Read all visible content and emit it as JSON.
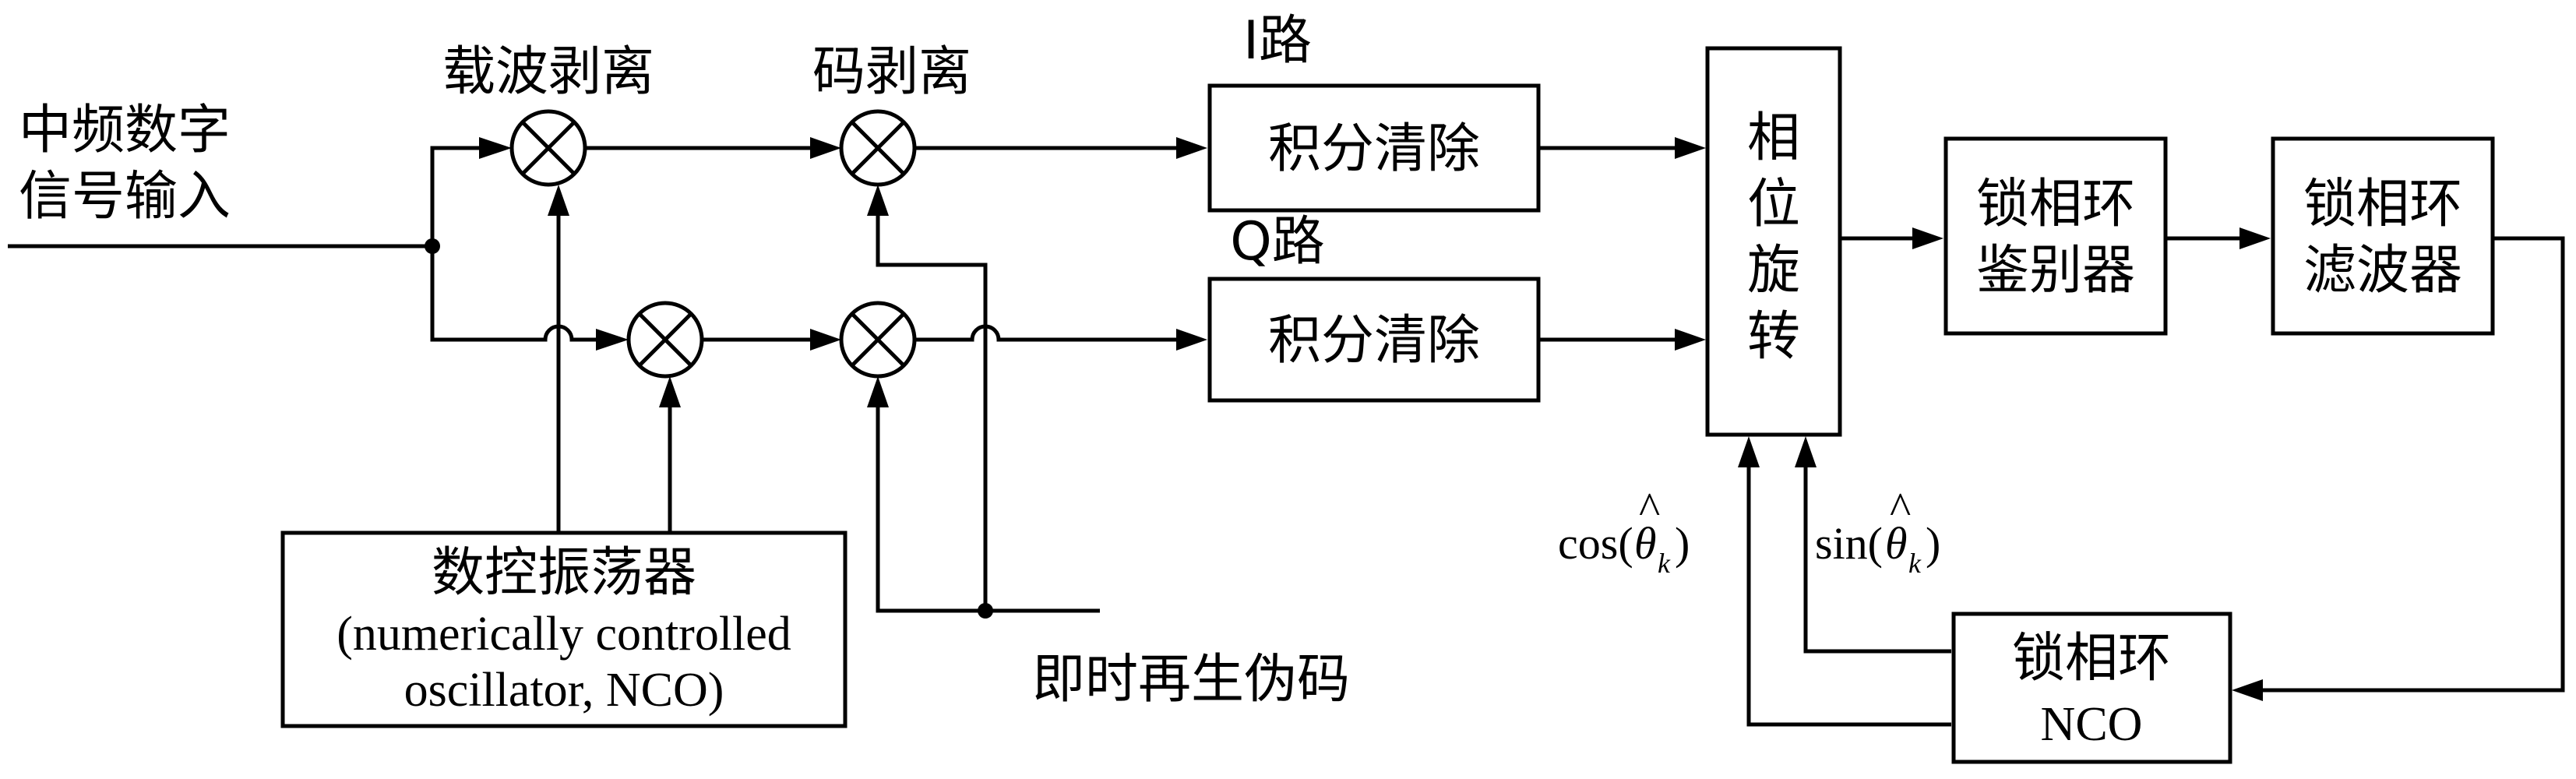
{
  "input_label": [
    "中频数字",
    "信号输入"
  ],
  "mixer_labels": {
    "carrier_strip": "载波剥离",
    "code_strip": "码剥离"
  },
  "branch_labels": {
    "i": "I路",
    "q": "Q路"
  },
  "blocks": {
    "integrate_dump_i": "积分清除",
    "integrate_dump_q": "积分清除",
    "phase_rotation": [
      "相",
      "位",
      "旋",
      "转"
    ],
    "pll_discriminator": [
      "锁相环",
      "鉴别器"
    ],
    "pll_filter": [
      "锁相环",
      "滤波器"
    ],
    "pll_nco": [
      "锁相环",
      "NCO"
    ],
    "nco": [
      "数控振荡器",
      "(numerically controlled",
      "oscillator, NCO)"
    ]
  },
  "prompt_code_label": "即时再生伪码",
  "feedback_labels": {
    "cos": "cos(",
    "sin": "sin(",
    "theta": "θ",
    "hat": "^",
    "k": "k",
    "close": ")"
  }
}
